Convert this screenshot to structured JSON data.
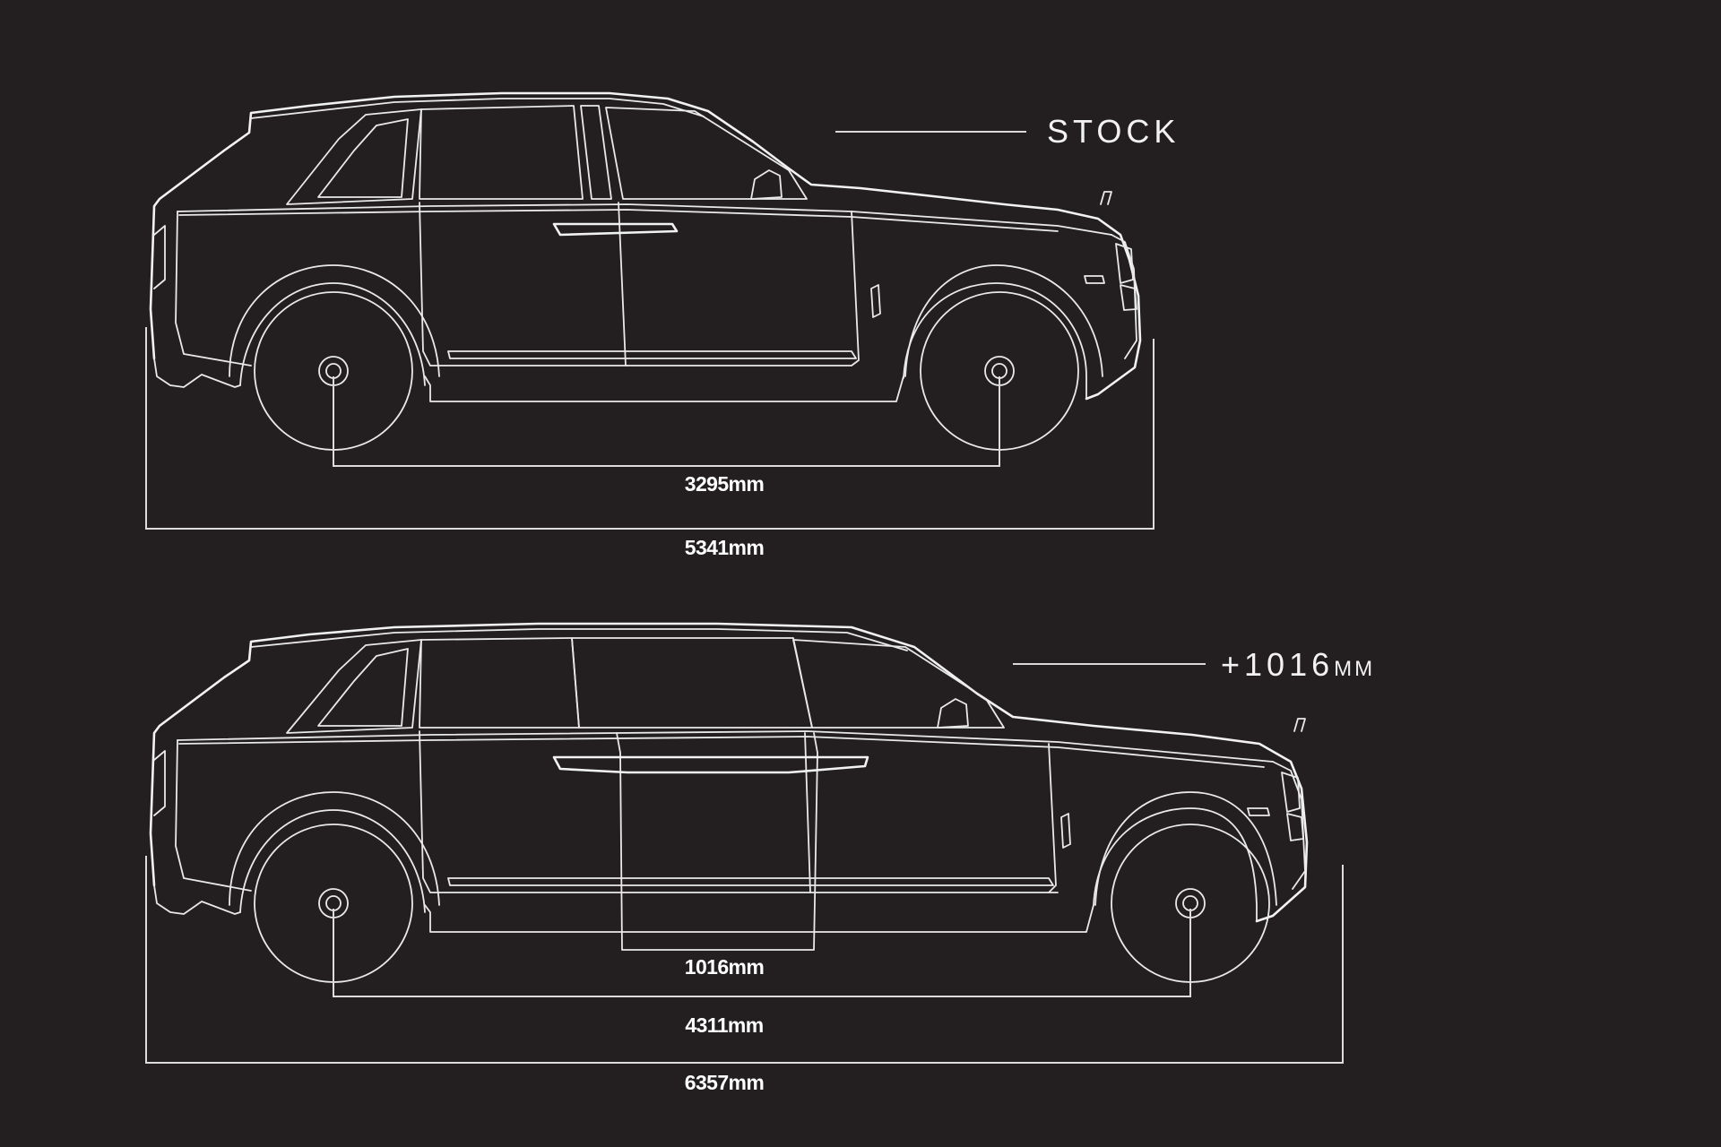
{
  "colors": {
    "background": "#231f20",
    "line": "#e9e9e9",
    "text": "#ffffff"
  },
  "vehicles": [
    {
      "label": "STOCK",
      "label_suffix": "",
      "dimensions": {
        "wheelbase": "3295mm",
        "overall_length": "5341mm"
      }
    },
    {
      "label": "+1016",
      "label_suffix": "MM",
      "dimensions": {
        "extension": "1016mm",
        "wheelbase": "4311mm",
        "overall_length": "6357mm"
      }
    }
  ]
}
